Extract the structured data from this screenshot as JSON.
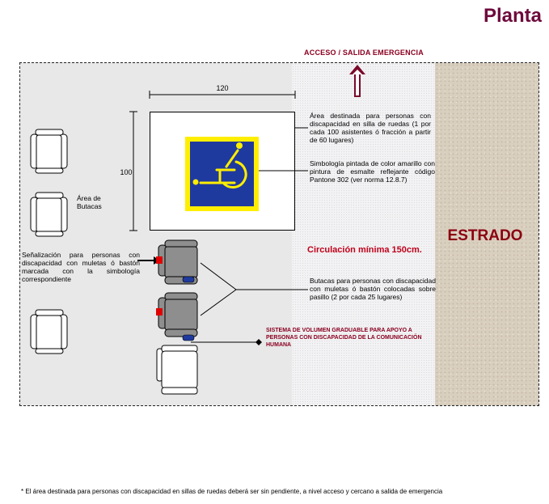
{
  "header": {
    "title": "Planta"
  },
  "access_label": "ACCESO / SALIDA EMERGENCIA",
  "stage_label": "ESTRADO",
  "circulation_label": "Circulación mínima 150cm.",
  "dimensions": {
    "width": "120",
    "height": "100"
  },
  "notes": {
    "area": "Área destinada para personas con discapacidad en silla de ruedas (1 por cada 100 asistentes ó fracción a partir de 60 lugares)",
    "symbol": "Simbología pintada de color amarillo con pintura de esmalte reflejante código Pantone 302 (ver norma 12.8.7)",
    "seats_area": "Área de Butacas",
    "signage": "Señalización para personas con discapacidad con muletas ó bastón marcada con la simbología correspondiente",
    "crutch_seats": "Butacas para personas con discapacidad con muletas ó bastón colocadas sobre pasillo (2 por cada 25 lugares)",
    "sound_system": "SISTEMA DE VOLUMEN GRADUABLE PARA APOYO A PERSONAS CON DISCAPACIDAD DE LA COMUNICACIÓN HUMANA"
  },
  "footnote": "* El área destinada para personas con discapacidad en sillas de ruedas deberá ser sin pendiente, a nivel acceso y cercano a salida de emergencia",
  "colors": {
    "title": "#6e0a3c",
    "stage_text": "#8b0010",
    "circulation_text": "#c0001a",
    "sign_yellow": "#ffee00",
    "sign_blue": "#1f3a9e",
    "seat_gray": "#8e8e8e"
  },
  "icons": [
    "wheelchair-icon",
    "up-arrow-icon",
    "armchair-icon"
  ]
}
